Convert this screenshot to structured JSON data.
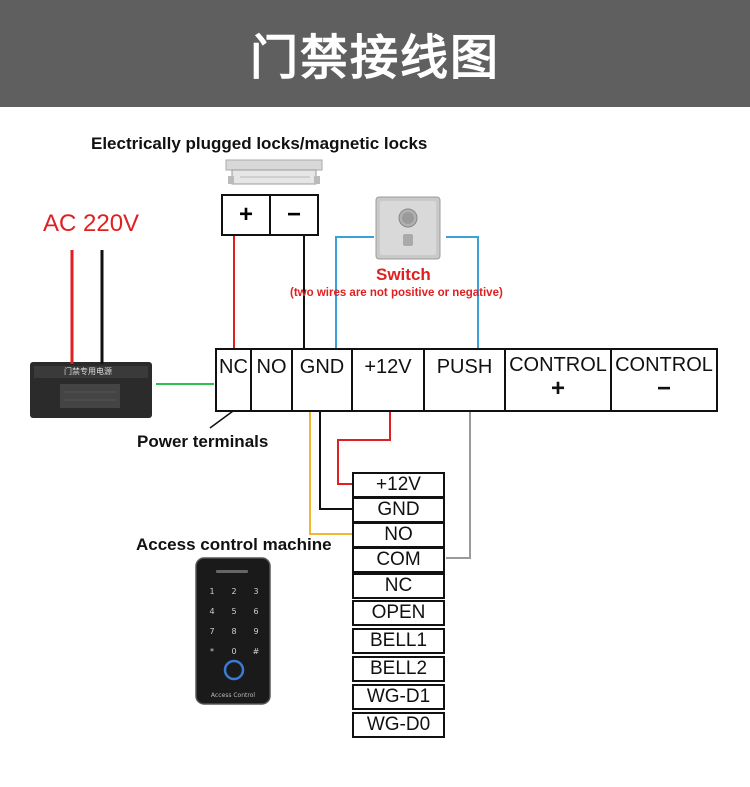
{
  "title": "门禁接线图",
  "lock": {
    "caption": "Electrically plugged locks/magnetic locks",
    "plus": "+",
    "minus": "−"
  },
  "power": {
    "ac_label": "AC 220V",
    "supply_label_text": "门禁专用电源",
    "terminals_label": "Power terminals"
  },
  "switch": {
    "label": "Switch",
    "note": "(two wires are not positive or negative)"
  },
  "terminal_strip": {
    "nc": "NC",
    "no": "NO",
    "gnd": "GND",
    "v12": "+12V",
    "push": "PUSH",
    "control1": "CONTROL",
    "control1_sign": "+",
    "control2": "CONTROL",
    "control2_sign": "−"
  },
  "access": {
    "caption": "Access control machine",
    "brand": "Access Control",
    "keys": [
      "1",
      "2",
      "3",
      "4",
      "5",
      "6",
      "7",
      "8",
      "9",
      "*",
      "0",
      "#"
    ],
    "terminals": [
      "+12V",
      "GND",
      "NO",
      "COM",
      "NC",
      "OPEN",
      "BELL1",
      "BELL2",
      "WG-D1",
      "WG-D0"
    ]
  },
  "colors": {
    "banner": "#5f5f5f",
    "red_wire": "#e02020",
    "blue_wire": "#3aa0d8",
    "green_wire": "#2fbf4f",
    "yellow_wire": "#f2b632",
    "gray_wire": "#9a9a9a",
    "label_red": "#e02020"
  }
}
